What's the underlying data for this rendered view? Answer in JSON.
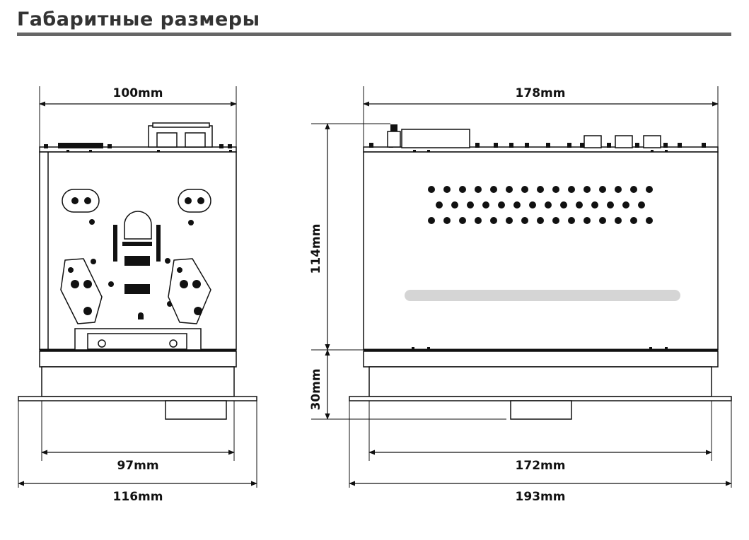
{
  "title": "Габаритные размеры",
  "dimensions": {
    "front_width_top": "100mm",
    "front_inner_bottom": "97mm",
    "front_overall_bottom": "116mm",
    "side_length_top": "178mm",
    "side_inner_bottom": "172mm",
    "side_overall_bottom": "193mm",
    "height_main": "114mm",
    "height_base": "30mm"
  }
}
